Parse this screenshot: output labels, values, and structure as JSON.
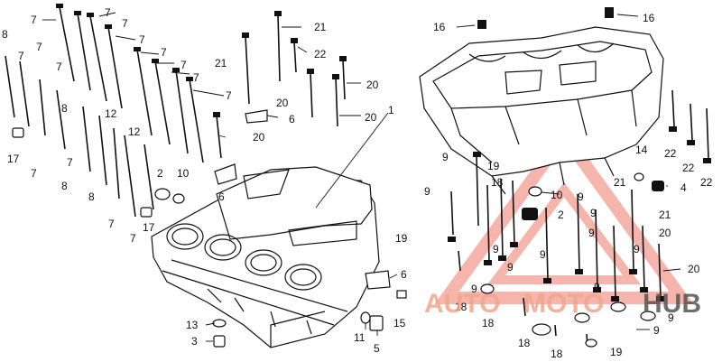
{
  "diagram": {
    "callouts": [
      {
        "id": "c01",
        "text": "7"
      },
      {
        "id": "c02",
        "text": "7"
      },
      {
        "id": "c03",
        "text": "7"
      },
      {
        "id": "c04",
        "text": "7"
      },
      {
        "id": "c05",
        "text": "7"
      },
      {
        "id": "c06",
        "text": "7"
      },
      {
        "id": "c07",
        "text": "7"
      },
      {
        "id": "c08",
        "text": "7"
      },
      {
        "id": "c09",
        "text": "8"
      },
      {
        "id": "c10",
        "text": "7"
      },
      {
        "id": "c11",
        "text": "7"
      },
      {
        "id": "c12",
        "text": "7"
      },
      {
        "id": "c13",
        "text": "8"
      },
      {
        "id": "c14",
        "text": "17"
      },
      {
        "id": "c15",
        "text": "7"
      },
      {
        "id": "c16",
        "text": "7"
      },
      {
        "id": "c17",
        "text": "12"
      },
      {
        "id": "c18",
        "text": "12"
      },
      {
        "id": "c19",
        "text": "8"
      },
      {
        "id": "c20",
        "text": "8"
      },
      {
        "id": "c21",
        "text": "7"
      },
      {
        "id": "c22",
        "text": "7"
      },
      {
        "id": "c23",
        "text": "2"
      },
      {
        "id": "c24",
        "text": "10"
      },
      {
        "id": "c25",
        "text": "17"
      },
      {
        "id": "c26",
        "text": "6"
      },
      {
        "id": "c27",
        "text": "21"
      },
      {
        "id": "c28",
        "text": "21"
      },
      {
        "id": "c29",
        "text": "22"
      },
      {
        "id": "c30",
        "text": "20"
      },
      {
        "id": "c31",
        "text": "20"
      },
      {
        "id": "c32",
        "text": "20"
      },
      {
        "id": "c33",
        "text": "6"
      },
      {
        "id": "c34",
        "text": "20"
      },
      {
        "id": "c35",
        "text": "1"
      },
      {
        "id": "c36",
        "text": "16"
      },
      {
        "id": "c37",
        "text": "16"
      },
      {
        "id": "c38",
        "text": "9"
      },
      {
        "id": "c39",
        "text": "9"
      },
      {
        "id": "c40",
        "text": "19"
      },
      {
        "id": "c41",
        "text": "19"
      },
      {
        "id": "c42",
        "text": "18"
      },
      {
        "id": "c43",
        "text": "14"
      },
      {
        "id": "c44",
        "text": "22"
      },
      {
        "id": "c45",
        "text": "22"
      },
      {
        "id": "c46",
        "text": "22"
      },
      {
        "id": "c47",
        "text": "4"
      },
      {
        "id": "c48",
        "text": "21"
      },
      {
        "id": "c49",
        "text": "10"
      },
      {
        "id": "c50",
        "text": "9"
      },
      {
        "id": "c51",
        "text": "2"
      },
      {
        "id": "c52",
        "text": "9"
      },
      {
        "id": "c53",
        "text": "21"
      },
      {
        "id": "c54",
        "text": "20"
      },
      {
        "id": "c55",
        "text": "9"
      },
      {
        "id": "c56",
        "text": "9"
      },
      {
        "id": "c57",
        "text": "9"
      },
      {
        "id": "c58",
        "text": "9"
      },
      {
        "id": "c59",
        "text": "9"
      },
      {
        "id": "c60",
        "text": "20"
      },
      {
        "id": "c61",
        "text": "9"
      },
      {
        "id": "c62",
        "text": "18"
      },
      {
        "id": "c63",
        "text": "9"
      },
      {
        "id": "c64",
        "text": "18"
      },
      {
        "id": "c65",
        "text": "18"
      },
      {
        "id": "c66",
        "text": "18"
      },
      {
        "id": "c67",
        "text": "9"
      },
      {
        "id": "c68",
        "text": "9"
      },
      {
        "id": "c69",
        "text": "19"
      },
      {
        "id": "c70",
        "text": "6"
      },
      {
        "id": "c71",
        "text": "15"
      },
      {
        "id": "c72",
        "text": "13"
      },
      {
        "id": "c73",
        "text": "3"
      },
      {
        "id": "c74",
        "text": "11"
      },
      {
        "id": "c75",
        "text": "5"
      }
    ]
  },
  "watermark": {
    "part1": "AUTO",
    "part2": "MOTO",
    "part3": "HUB",
    "color_light": "#f2a58a",
    "color_dark": "#555555",
    "logo_color": "#f07a6a"
  }
}
